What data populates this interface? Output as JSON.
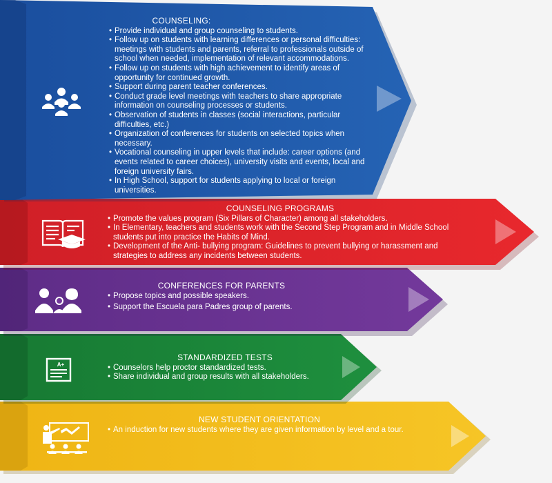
{
  "colors": {
    "counseling": "#1f57a8",
    "programs": "#e0262b",
    "parents": "#6b3593",
    "tests": "#1d8a3b",
    "orientation": "#f2bb1d"
  },
  "sections": {
    "counseling": {
      "title": "COUNSELING:",
      "icon": "group-meeting-icon",
      "items": [
        "Provide individual and group counseling to students.",
        "Follow up on students with learning differences or personal difficulties: meetings with students and parents, referral to professionals outside of school when needed, implementation of relevant accommodations.",
        "Follow up on students with high achievement to identify areas of opportunity for continued growth.",
        "Support during parent teacher conferences.",
        "Conduct grade level meetings with teachers to share appropriate information on counseling processes or students.",
        "Observation of students in classes (social interactions, particular difficulties, etc.)",
        "Organization of conferences for students on selected topics when necessary.",
        "Vocational counseling in upper levels that include: career options (and events related to career choices), university visits and events, local and foreign university fairs.",
        "In High School, support for students applying to local or foreign universities."
      ]
    },
    "programs": {
      "title": "COUNSELING PROGRAMS",
      "icon": "book-graduation-cap-icon",
      "items": [
        "Promote the values program (Six Pillars of Character) among all stakeholders.",
        "In Elementary, teachers and students work with the Second Step Program and in Middle School students put into practice the Habits of Mind.",
        "Development of the Anti- bullying program: Guidelines to prevent bullying or harassment and strategies to address any incidents between students."
      ]
    },
    "parents": {
      "title": "CONFERENCES FOR PARENTS",
      "icon": "parents-icon",
      "items": [
        "Propose topics and possible speakers.",
        "Support the Escuela para Padres group of parents."
      ]
    },
    "tests": {
      "title": "STANDARDIZED TESTS",
      "icon": "graded-test-icon",
      "grade": "A+",
      "items": [
        "Counselors help proctor standardized tests.",
        "Share individual and group results with all stakeholders."
      ]
    },
    "orientation": {
      "title": "NEW STUDENT ORIENTATION",
      "icon": "classroom-presentation-icon",
      "items": [
        "An induction for new students where they are given information by level and a tour."
      ]
    }
  }
}
